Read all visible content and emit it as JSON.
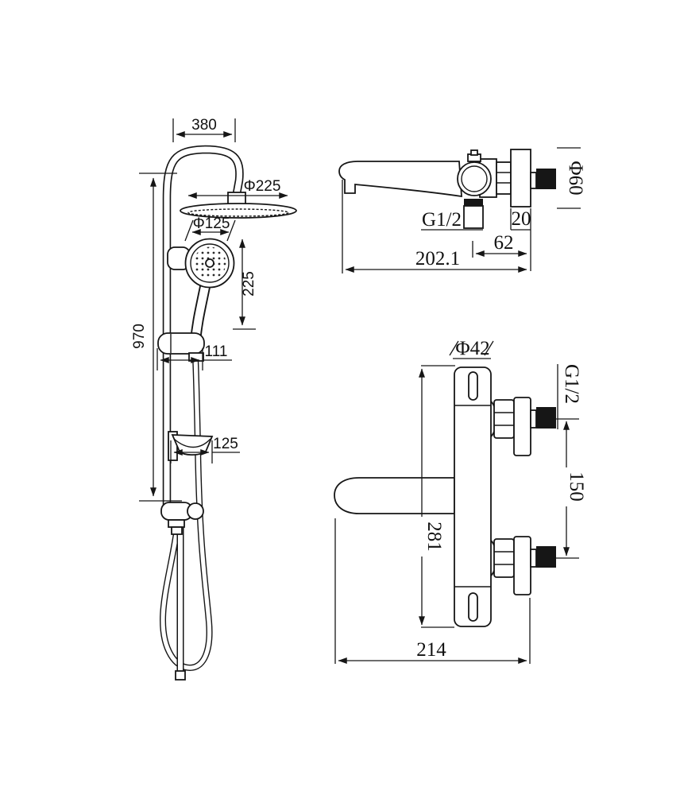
{
  "title": "Shower set technical drawing",
  "colors": {
    "line": "#161616",
    "background": "#ffffff"
  },
  "left_view": {
    "name": "shower column with overhead and hand shower",
    "dims": {
      "arm_reach": "380",
      "head_diameter": "Φ225",
      "hand_diameter": "Φ125",
      "head_to_hand": "225",
      "rail_height": "970",
      "slider_offset": "111",
      "soap_dish_width": "125"
    }
  },
  "spout_view": {
    "name": "bath spout side view",
    "dims": {
      "thread": "G1/2",
      "length": "202.1",
      "inlet_offset": "62",
      "plate_thickness": "20",
      "plate_diameter": "Φ60"
    }
  },
  "valve_view": {
    "name": "thermostatic valve front view",
    "dims": {
      "body_diameter": "Φ42",
      "thread": "G1/2",
      "inlet_spacing": "150",
      "body_height": "281",
      "total_width": "214"
    }
  }
}
